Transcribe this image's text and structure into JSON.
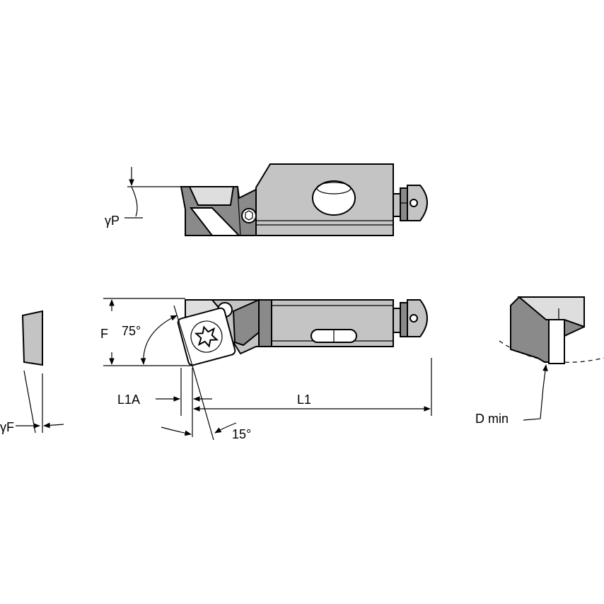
{
  "labels": {
    "gamma_p": "γP",
    "gamma_f": "γF",
    "f": "F",
    "angle_75": "75°",
    "l1a": "L1A",
    "l1": "L1",
    "angle_15": "15°",
    "d_min": "D min"
  }
}
